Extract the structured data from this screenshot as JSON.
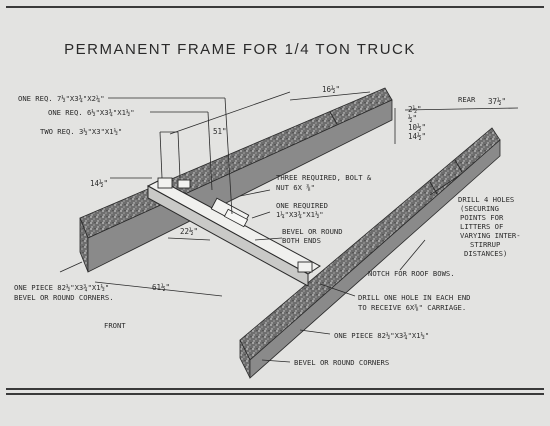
{
  "title": "PERMANENT FRAME FOR 1/4 TON TRUCK",
  "labels": {
    "rear": "REAR",
    "front": "FRONT",
    "part_a": "ONE REQ. 7½\"X3¾\"X2¼\"",
    "part_b": "ONE REQ. 6½\"X3¾\"X1½\"",
    "part_c": "TWO REQ. 3½\"X3\"X1½\"",
    "three_req_1": "THREE REQUIRED, BOLT &",
    "three_req_2": "NUT 6X ⅜\"",
    "one_req_1": "ONE REQUIRED",
    "one_req_2": "1¼\"X3¾\"X1½\"",
    "bevel_both_1": "BEVEL OR ROUND",
    "bevel_both_2": "BOTH ENDS",
    "drill4_1": "DRILL 4 HOLES",
    "drill4_2": "(SECURING",
    "drill4_3": "POINTS FOR",
    "drill4_4": "LITTERS OF",
    "drill4_5": "VARYING INTER-",
    "drill4_6": "STIRRUP",
    "drill4_7": "DISTANCES)",
    "notch": "NOTCH FOR ROOF BOWS.",
    "drill1_1": "DRILL ONE HOLE IN EACH END",
    "drill1_2": "TO RECEIVE 6X⅜\" CARRIAGE.",
    "left_piece_1": "ONE PIECE 82½\"X3¾\"X1½\"",
    "left_piece_2": "BEVEL OR ROUND CORNERS.",
    "right_piece": "ONE PIECE 82½\"X3¾\"X1½\"",
    "bevel_corners": "BEVEL OR ROUND CORNERS"
  },
  "dimensions": {
    "d16": "16½\"",
    "d37": "37½\"",
    "d51": "51\"",
    "d14": "14½\"",
    "d22": "22½\"",
    "d61": "61½\"",
    "dr1": "2½\"",
    "dr2": "½\"",
    "dr3": "10½\"",
    "dr4": "14½\""
  }
}
